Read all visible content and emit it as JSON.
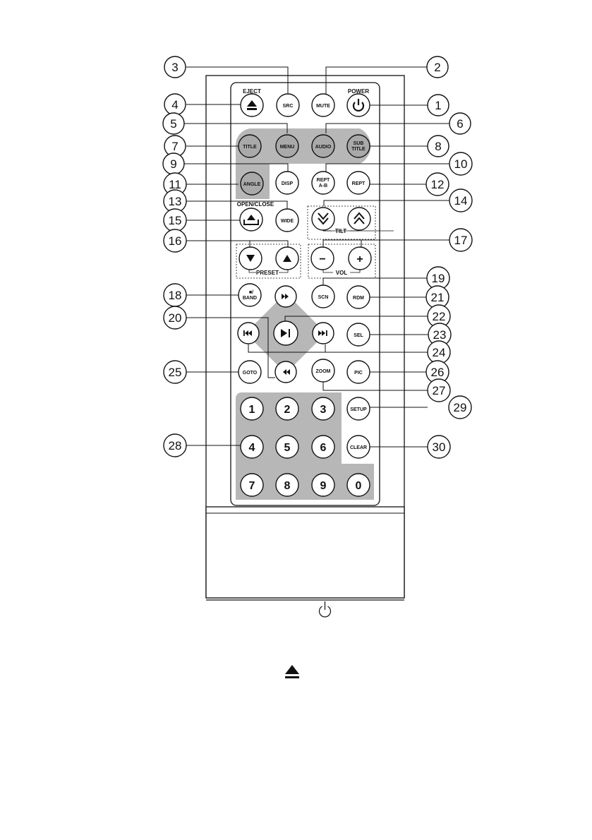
{
  "buttons": {
    "src": "SRC",
    "mute": "MUTE",
    "title": "TITLE",
    "menu": "MENU",
    "audio": "AUDIO",
    "subtitle_1": "SUB",
    "subtitle_2": "TITLE",
    "angle": "ANGLE",
    "disp": "DISP",
    "rept_ab_1": "REPT",
    "rept_ab_2": "A-B",
    "rept": "REPT",
    "wide": "WIDE",
    "band_1": "■/",
    "band_2": "BAND",
    "scn": "SCN",
    "rdm": "RDM",
    "sel": "SEL",
    "goto": "GOTO",
    "zoom": "ZOOM",
    "pic": "PIC",
    "setup": "SETUP",
    "clear": "CLEAR",
    "minus": "−",
    "plus": "+"
  },
  "top_labels": {
    "eject": "EJECT",
    "power": "POWER",
    "open_close": "OPEN/CLOSE"
  },
  "group_labels": {
    "tilt": "TILT",
    "preset": "PRESET",
    "vol": "VOL"
  },
  "numpad": [
    "1",
    "2",
    "3",
    "4",
    "5",
    "6",
    "7",
    "8",
    "9",
    "0"
  ],
  "callouts": [
    "1",
    "2",
    "3",
    "4",
    "5",
    "6",
    "7",
    "8",
    "9",
    "10",
    "11",
    "12",
    "13",
    "14",
    "15",
    "16",
    "17",
    "18",
    "19",
    "20",
    "21",
    "22",
    "23",
    "24",
    "25",
    "26",
    "27",
    "28",
    "29",
    "30"
  ],
  "icons": {
    "eject": "eject-icon",
    "power": "power-icon",
    "open_close": "open-close-icon",
    "tilt_down": "tilt-down-icon",
    "tilt_up": "tilt-up-icon",
    "preset_down": "down-triangle-icon",
    "preset_up": "up-triangle-icon",
    "fast_forward": "fast-forward-icon",
    "fast_rewind": "fast-rewind-icon",
    "play_pause": "play-pause-icon",
    "prev": "previous-track-icon",
    "next": "next-track-icon",
    "panel_power": "power-icon",
    "panel_eject": "eject-icon"
  },
  "colors": {
    "shade": "#b7b7b7",
    "outline": "#111111",
    "button_fill": "#ffffff",
    "shaded_button_fill": "#a9a9a9"
  }
}
